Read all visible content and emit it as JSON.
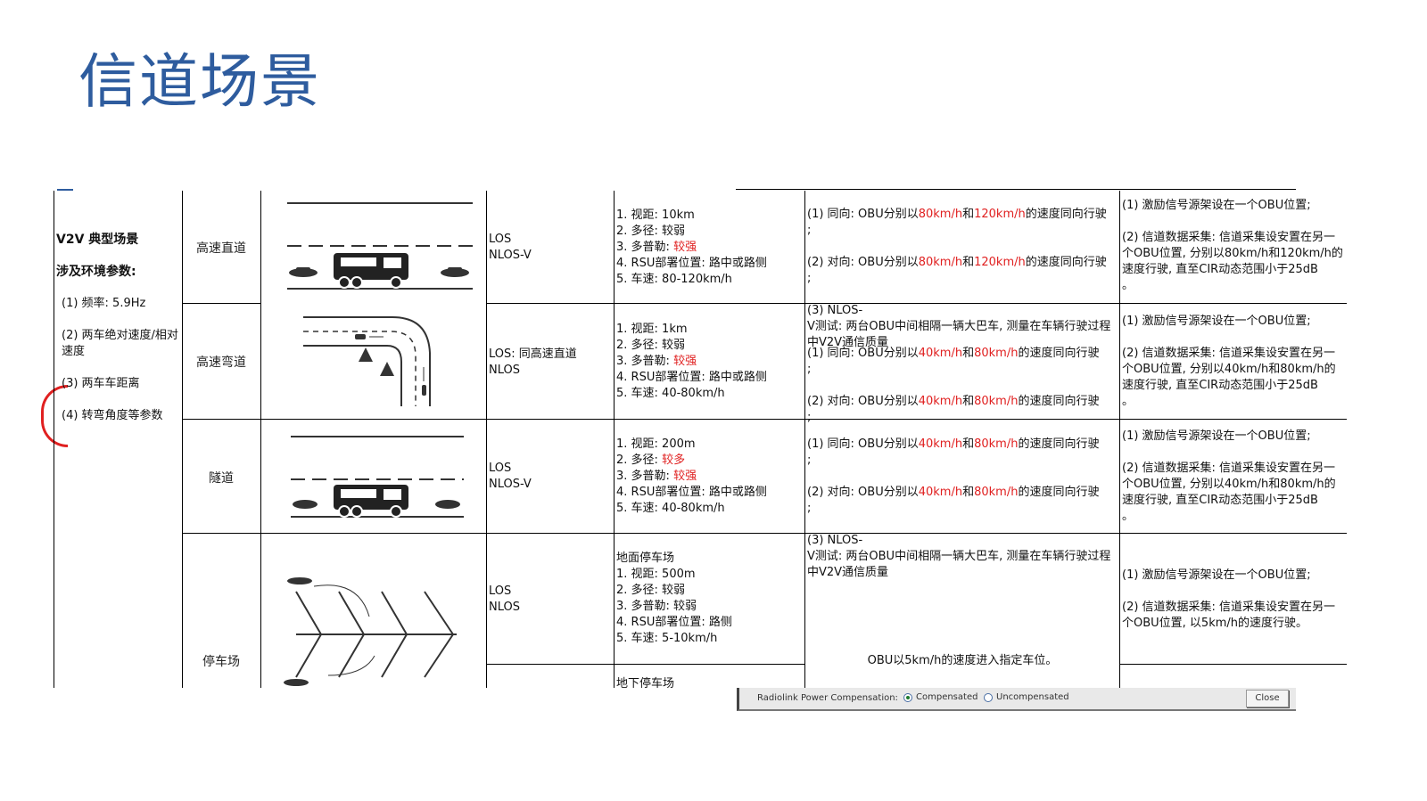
{
  "title": "信道场景",
  "params": {
    "heading1": "V2V 典型场景",
    "heading2": "涉及环境参数:",
    "items": [
      "(1) 频率: 5.9Hz",
      "(2) 两车绝对速度/相对速度",
      "(3) 两车车距离",
      "(4) 转弯角度等参数"
    ]
  },
  "rows": [
    {
      "scene": "高速直道",
      "los": "LOS\nNLOS-V",
      "props": [
        {
          "t": "1. 视距:  10km"
        },
        {
          "t": "2. 多径: 较弱"
        },
        {
          "pre": "3. 多普勒: ",
          "red": "较强"
        },
        {
          "t": "4. RSU部署位置: 路中或路侧"
        },
        {
          "t": "5. 车速: 80-120km/h"
        }
      ],
      "test": [
        {
          "pre": "(1) 同向: OBU分别以",
          "r1": "80km/h",
          "mid": "和",
          "r2": "120km/h",
          "post": "的速度同向行驶\n;"
        },
        {
          "pre": "(2) 对向: OBU分别以",
          "r1": "80km/h",
          "mid": "和",
          "r2": "120km/h",
          "post": "的速度同向行驶\n;"
        },
        {
          "plain": "(3) NLOS-\nV测试: 两台OBU中间相隔一辆大巴车, 测量在车辆行驶过程中V2V通信质量"
        }
      ],
      "method": "(1) 激励信号源架设在一个OBU位置;\n\n(2) 信道数据采集: 信道采集设安置在另一个OBU位置, 分别以80km/h和120km/h的速度行驶, 直至CIR动态范围小于25dB\n。"
    },
    {
      "scene": "高速弯道",
      "los": "LOS: 同高速直道\nNLOS",
      "props": [
        {
          "t": "1. 视距:  1km"
        },
        {
          "t": "2. 多径: 较弱"
        },
        {
          "pre": "3. 多普勒: ",
          "red": "较强"
        },
        {
          "t": "4. RSU部署位置: 路中或路侧"
        },
        {
          "t": "5. 车速: 40-80km/h"
        }
      ],
      "test": [
        {
          "pre": "(1) 同向: OBU分别以",
          "r1": "40km/h",
          "mid": "和",
          "r2": "80km/h",
          "post": "的速度同向行驶\n;"
        },
        {
          "pre": "(2) 对向: OBU分别以",
          "r1": "40km/h",
          "mid": "和",
          "r2": "80km/h",
          "post": "的速度同向行驶\n;"
        }
      ],
      "method": "(1) 激励信号源架设在一个OBU位置;\n\n(2) 信道数据采集: 信道采集设安置在另一个OBU位置, 分别以40km/h和80km/h的速度行驶, 直至CIR动态范围小于25dB\n。"
    },
    {
      "scene": "隧道",
      "los": "LOS\nNLOS-V",
      "props": [
        {
          "t": "1. 视距:  200m"
        },
        {
          "pre": "2. 多径: ",
          "red": "较多"
        },
        {
          "pre": "3. 多普勒: ",
          "red": "较强"
        },
        {
          "t": "4. RSU部署位置: 路中或路侧"
        },
        {
          "t": "5. 车速: 40-80km/h"
        }
      ],
      "test": [
        {
          "pre": "(1) 同向: OBU分别以",
          "r1": "40km/h",
          "mid": "和",
          "r2": "80km/h",
          "post": "的速度同向行驶\n;"
        },
        {
          "pre": "(2) 对向: OBU分别以",
          "r1": "40km/h",
          "mid": "和",
          "r2": "80km/h",
          "post": "的速度同向行驶\n;"
        },
        {
          "plain": "(3) NLOS-\nV测试: 两台OBU中间相隔一辆大巴车, 测量在车辆行驶过程中V2V通信质量"
        }
      ],
      "method": "(1) 激励信号源架设在一个OBU位置;\n\n(2) 信道数据采集: 信道采集设安置在另一个OBU位置, 分别以40km/h和80km/h的速度行驶, 直至CIR动态范围小于25dB\n。"
    },
    {
      "scene": "停车场",
      "los": "LOS\nNLOS",
      "props_heading": "地面停车场",
      "props": [
        {
          "t": "1. 视距:  500m"
        },
        {
          "t": "2. 多径: 较弱"
        },
        {
          "t": "3. 多普勒: 较弱"
        },
        {
          "t": "4. RSU部署位置: 路侧"
        },
        {
          "t": "5. 车速: 5-10km/h"
        }
      ],
      "props_next": "地下停车场",
      "test_text": "OBU以5km/h的速度进入指定车位。",
      "method": "(1) 激励信号源架设在一个OBU位置;\n\n(2) 信道数据采集: 信道采集设安置在另一个OBU位置, 以5km/h的速度行驶。"
    }
  ],
  "dialog": {
    "label": "Radiolink Power Compensation:",
    "opt1": "Compensated",
    "opt2": "Uncompensated",
    "selected": "Compensated",
    "close": "Close"
  },
  "icons": {
    "obu": "OBU"
  }
}
